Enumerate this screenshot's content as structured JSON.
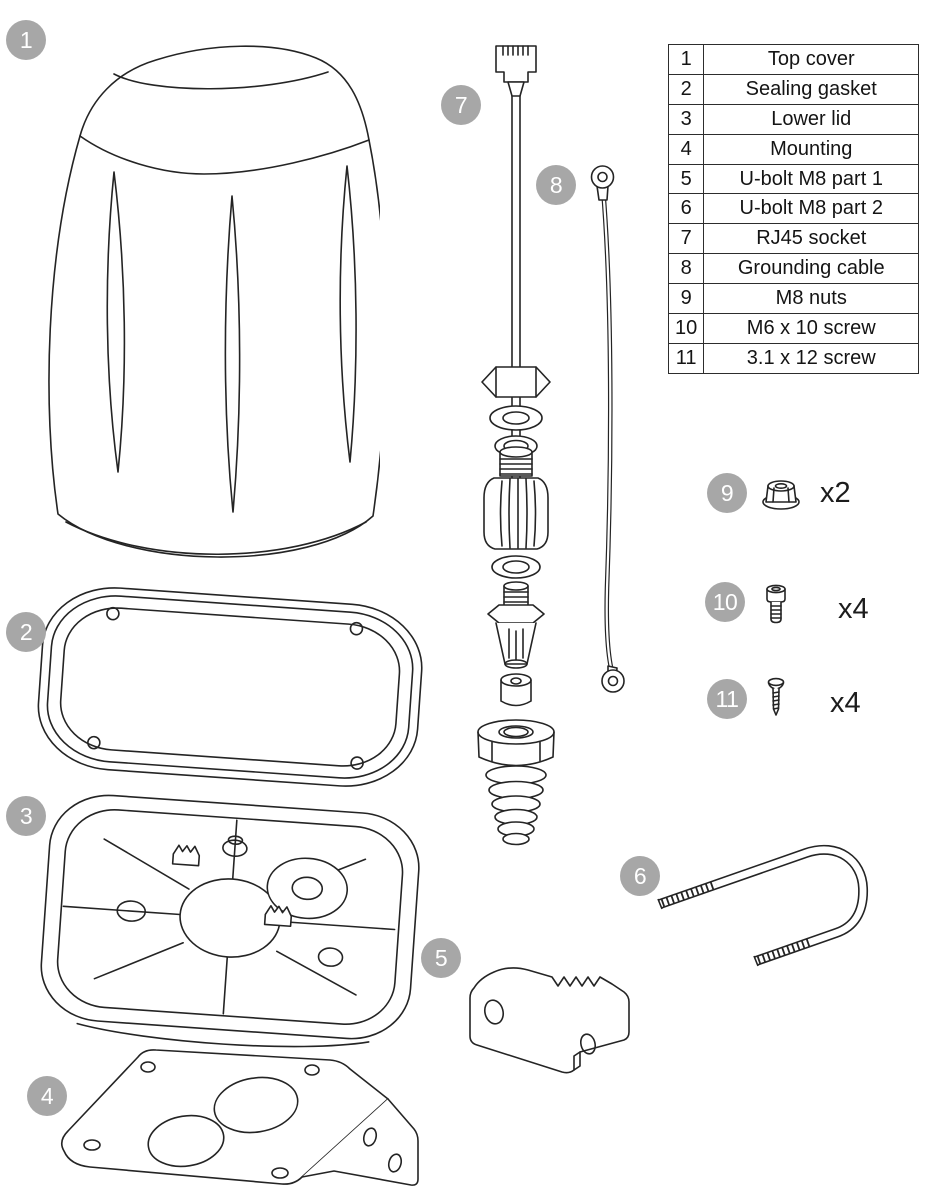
{
  "colors": {
    "line": "#242424",
    "badge": "#a7a7a7",
    "table_border": "#2d2d2d"
  },
  "parts": [
    {
      "id": "1",
      "label": "Top cover"
    },
    {
      "id": "2",
      "label": "Sealing gasket"
    },
    {
      "id": "3",
      "label": "Lower lid"
    },
    {
      "id": "4",
      "label": "Mounting"
    },
    {
      "id": "5",
      "label": "U-bolt M8 part 1"
    },
    {
      "id": "6",
      "label": "U-bolt M8 part 2"
    },
    {
      "id": "7",
      "label": "RJ45 socket"
    },
    {
      "id": "8",
      "label": "Grounding cable"
    },
    {
      "id": "9",
      "label": "M8 nuts"
    },
    {
      "id": "10",
      "label": "M6 x 10 screw"
    },
    {
      "id": "11",
      "label": "3.1 x 12 screw"
    }
  ],
  "hardware": [
    {
      "id": "9",
      "qty": "x2"
    },
    {
      "id": "10",
      "qty": "x4"
    },
    {
      "id": "11",
      "qty": "x4"
    }
  ]
}
